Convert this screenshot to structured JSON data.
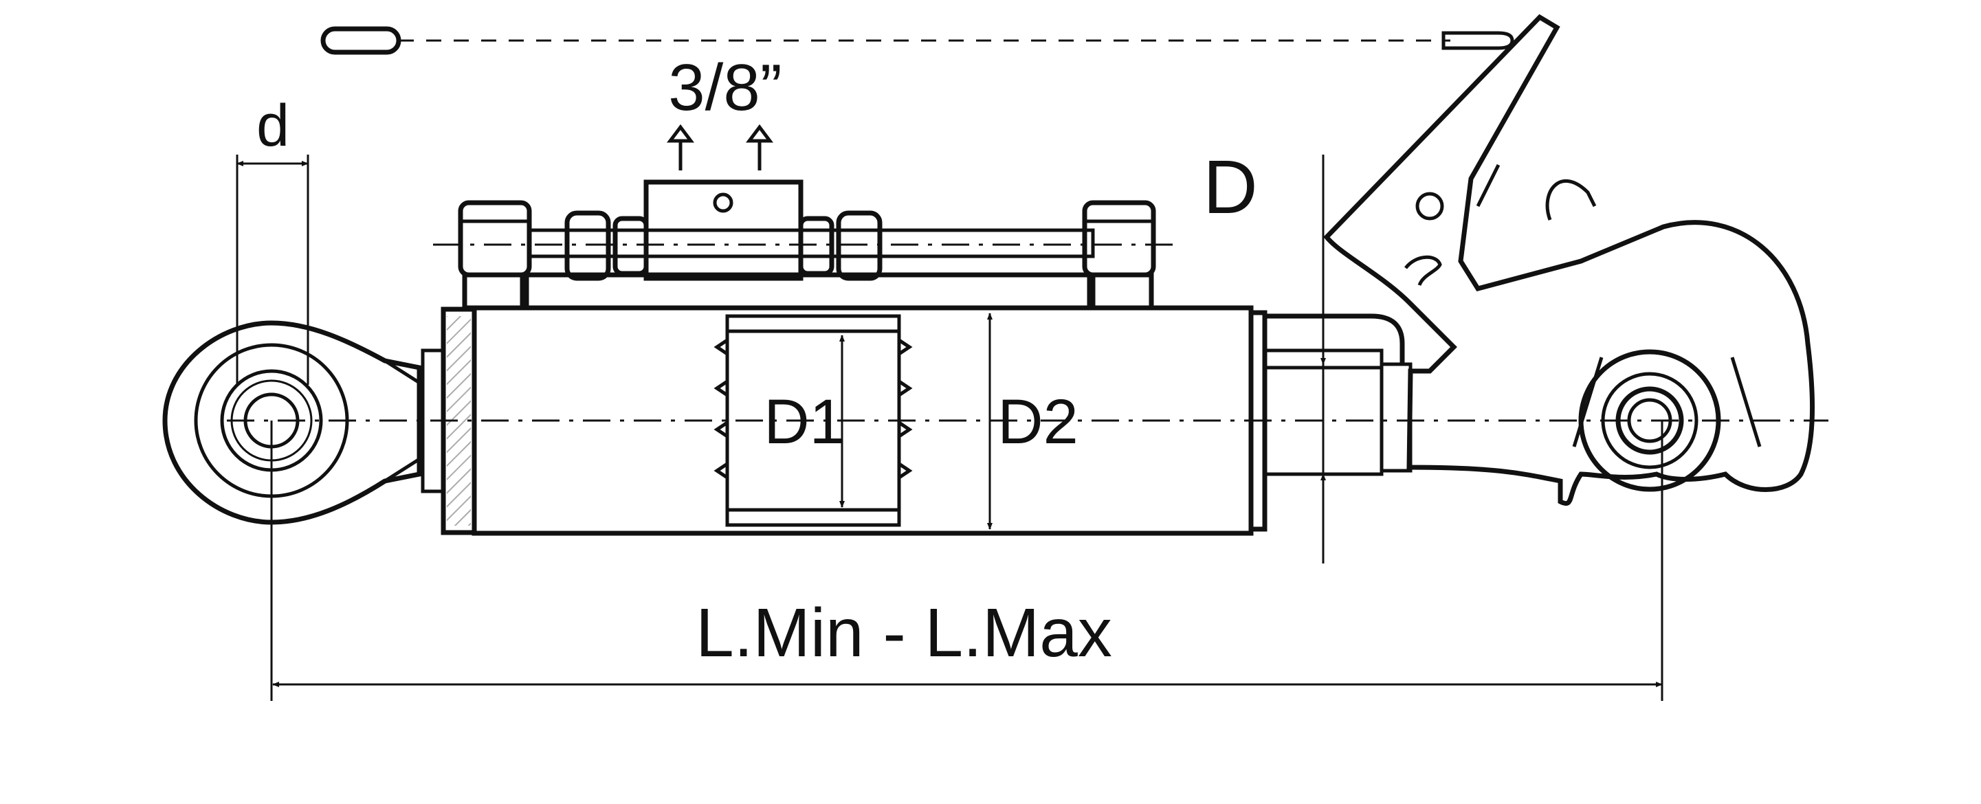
{
  "labels": {
    "pin_diameter": "d",
    "thread_size": "3/8”",
    "outer_diameter": "D",
    "inner_diameter": "D1",
    "tube_diameter": "D2",
    "length_range": "L.Min - L.Max"
  },
  "colors": {
    "ink": "#111111",
    "background": "#ffffff"
  }
}
